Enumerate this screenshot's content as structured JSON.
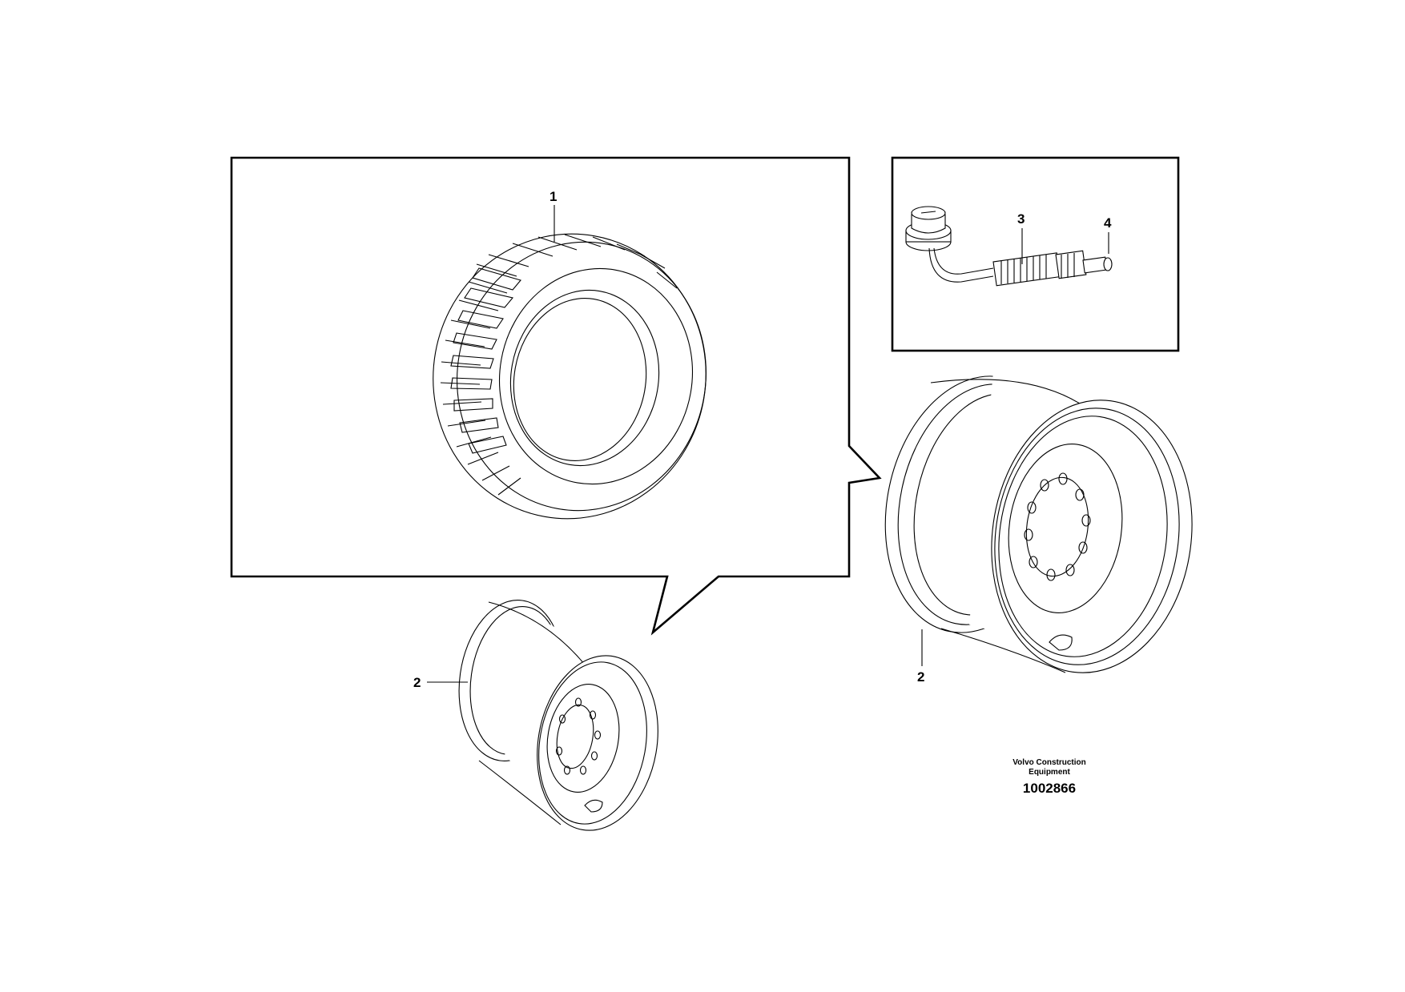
{
  "callouts": {
    "tyre": "1",
    "valve_body": "3",
    "valve_cap": "4",
    "rim_small": "2",
    "rim_large": "2"
  },
  "footer": {
    "brand_line1": "Volvo Construction",
    "brand_line2": "Equipment",
    "part_number": "1002866"
  }
}
